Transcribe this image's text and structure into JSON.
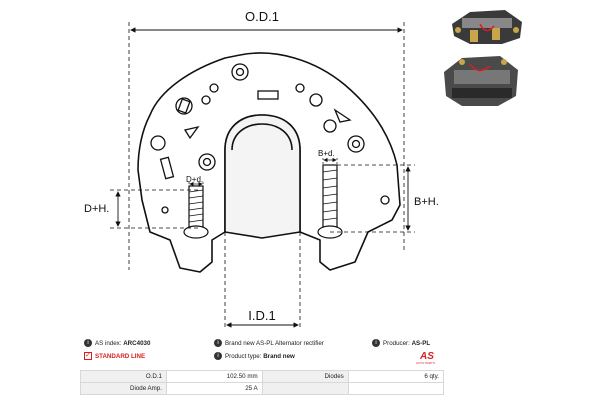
{
  "diagram": {
    "od_label": "O.D.1",
    "id_label": "I.D.1",
    "dh_label": "D+H.",
    "dd_label": "D+d.",
    "bh_label": "B+H.",
    "bd_label": "B+d."
  },
  "info": {
    "as_index_label": "AS index:",
    "as_index_value": "ARC4030",
    "description": "Brand new AS-PL Alternator rectifier",
    "producer_label": "Producer:",
    "producer_value": "AS-PL",
    "standard_line": "STANDARD LINE",
    "product_type_label": "Product type:",
    "product_type_value": "Brand new",
    "logo_text": "AS",
    "logo_sub": "AUTO PARTS"
  },
  "specs": [
    {
      "k1": "O.D.1",
      "v1": "102.50 mm",
      "k2": "Diodes",
      "v2": "6 qty."
    },
    {
      "k1": "Diode Amp.",
      "v1": "25 A",
      "k2": "",
      "v2": ""
    }
  ],
  "icons": {
    "info": "i",
    "check": "✓"
  },
  "colors": {
    "brand": "#d62020",
    "line": "#111111"
  }
}
